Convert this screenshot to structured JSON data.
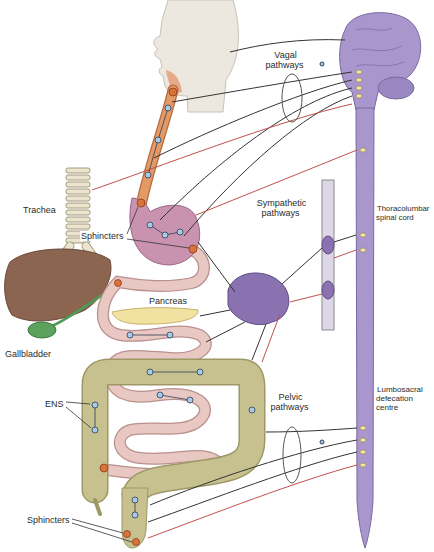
{
  "diagram": {
    "labels": [
      "Vagal pathways",
      "Trachea",
      "Sphincters",
      "Sympathetic pathways",
      "Thoracolumbar spinal cord",
      "Gallbladder",
      "Pancreas",
      "ENS",
      "Pelvic pathways",
      "Lumbosacral defecation centre",
      "Sphincters"
    ]
  }
}
